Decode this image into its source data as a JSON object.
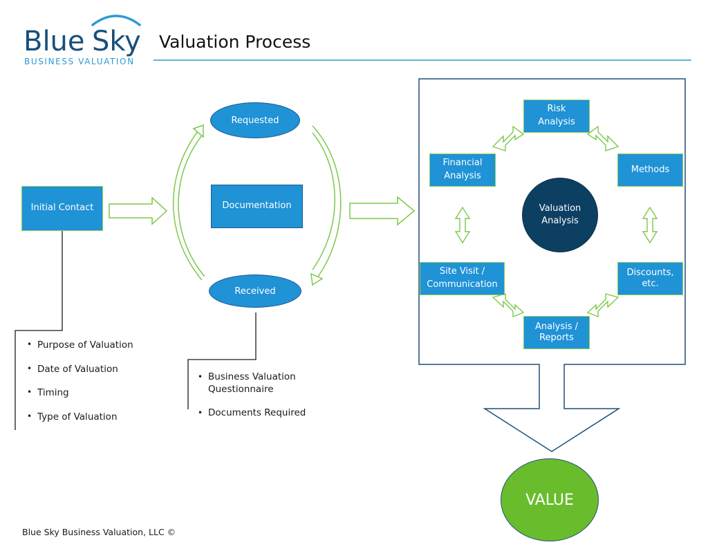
{
  "header": {
    "logo_word1": "Blue",
    "logo_word2": "Sky",
    "logo_subtitle": "BUSINESS VALUATION",
    "title": "Valuation Process"
  },
  "nodes": {
    "initial_contact": "Initial Contact",
    "requested": "Requested",
    "documentation": "Documentation",
    "received": "Received",
    "risk_analysis": [
      "Risk",
      "Analysis"
    ],
    "financial_analysis": [
      "Financial",
      "Analysis"
    ],
    "methods": "Methods",
    "valuation_analysis": [
      "Valuation",
      "Analysis"
    ],
    "site_visit": [
      "Site Visit /",
      "Communication"
    ],
    "discounts": [
      "Discounts,",
      "etc."
    ],
    "analysis_reports": [
      "Analysis /",
      "Reports"
    ],
    "value": "VALUE"
  },
  "initial_contact_items": [
    "Purpose of Valuation",
    "Date of Valuation",
    "Timing",
    "Type of Valuation"
  ],
  "documentation_items": [
    [
      "Business Valuation",
      "Questionnaire"
    ],
    [
      "Documents Required"
    ]
  ],
  "footer": "Blue Sky Business Valuation, LLC ©",
  "colors": {
    "box_blue": "#2092d6",
    "navy": "#0d3f63",
    "logo_navy": "#174f7c",
    "logo_light": "#2c9ad6",
    "arrow_green": "#7cc84a",
    "value_green": "#69bd2c",
    "frame_navy": "#1d4f7a"
  }
}
